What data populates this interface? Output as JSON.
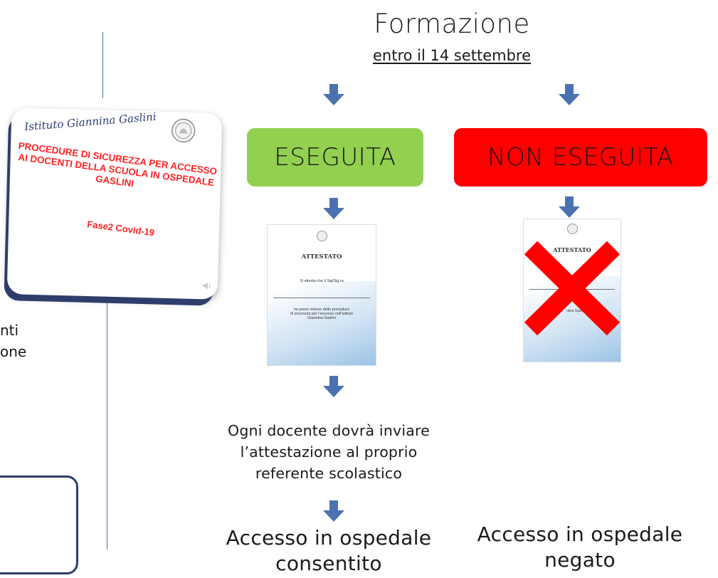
{
  "header": {
    "title": "Formazione",
    "subtitle": "entro il 14 settembre"
  },
  "slide": {
    "institute": "Istituto Giannina Gaslini",
    "heading": "PROCEDURE DI SICUREZZA PER ACCESSO AI DOCENTI DELLA SCUOLA IN OSPEDALE GASLINI",
    "phase": "Fase2 Covid-19"
  },
  "left_partial": {
    "line1": "nti",
    "line2": "one"
  },
  "branches": {
    "done": {
      "label": "ESEGUITA",
      "color": "#92d050",
      "note": "Ogni docente dovrà inviare l’attestazione al proprio referente scolastico",
      "note_lines": [
        "Ogni docente dovrà inviare",
        "l’attestazione al proprio",
        "referente scolastico"
      ],
      "result_lines": [
        "Accesso in ospedale",
        "consentito"
      ]
    },
    "not_done": {
      "label": "NON ESEGUITA",
      "color": "#ff0000",
      "result_lines": [
        "Accesso in ospedale",
        "negato"
      ]
    }
  },
  "certificate": {
    "title": "ATTESTATO",
    "line1": "Si attesta che il Sig/Sig.ra",
    "body_lines": [
      "ha preso visione delle procedure",
      "di sicurezza per l’accesso nell’istituto",
      "Giannina Gaslini"
    ],
    "crossed_title": "ATTESTATO",
    "crossed_fragment": "nina Gasl"
  },
  "colors": {
    "arrow": "#4a72b0",
    "cross": "#ff0000",
    "connector": "#4a72b0"
  },
  "icons": {
    "arrow": "arrow-down-icon",
    "cross": "cross-icon",
    "speaker": "speaker-icon",
    "seal": "seal-icon"
  }
}
